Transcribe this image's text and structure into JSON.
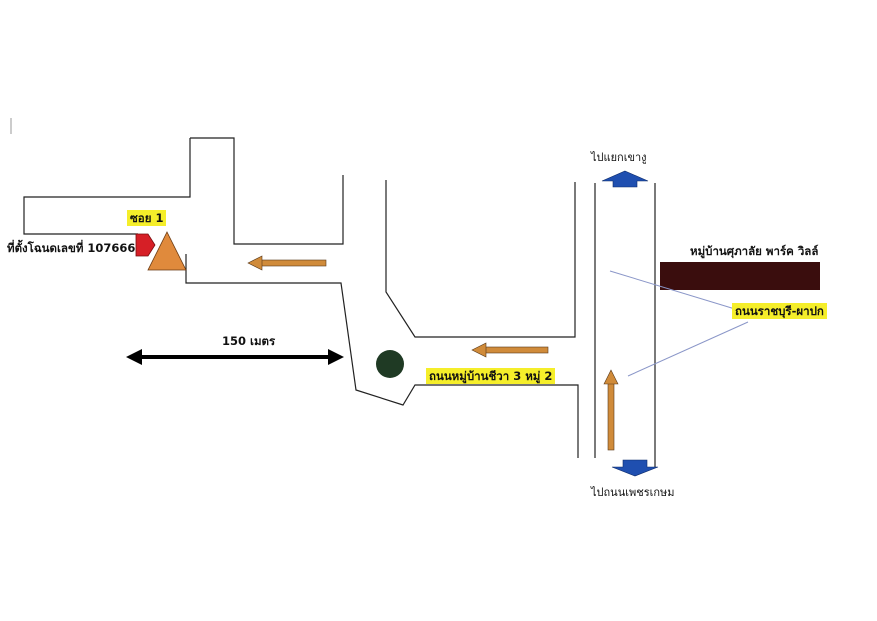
{
  "labels": {
    "soi": "ซอย 1",
    "site": "ที่ตั้งโฉนดเลขที่ 107666",
    "distance": "150 เมตร",
    "village_road": "ถนนหมู่บ้านชีวา 3 หมู่ 2",
    "main_road": "ถนนราชบุรี-ผาปก",
    "village_park": "หมู่บ้านศุภาลัย พาร์ค วิลล์",
    "north_dest": "ไปแยกเขางู",
    "south_dest": "ไปถนนเพชรเกษม"
  },
  "colors": {
    "highlight": "#f5ee2a",
    "road_outline": "#222222",
    "arrow_fill": "#d08b3a",
    "site_marker": "#d61f26",
    "triangle": "#e08a3c",
    "direction_arrow": "#1f4fb0",
    "village_block": "#3a0d0d",
    "roundabout": "#1f3a24"
  },
  "icons": [
    "red-pointer-icon",
    "orange-triangle-icon",
    "roundabout-icon",
    "blue-up-arrow-icon",
    "blue-down-arrow-icon"
  ]
}
